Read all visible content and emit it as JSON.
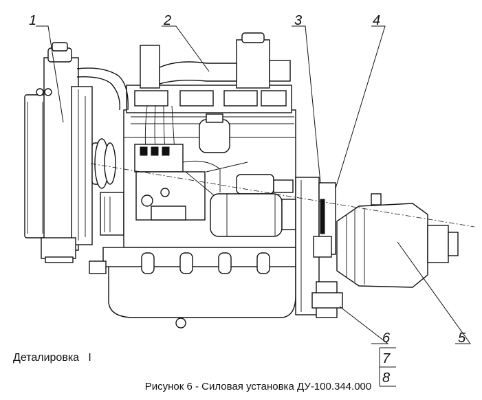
{
  "callouts": [
    "1",
    "2",
    "3",
    "4",
    "5",
    "6",
    "7",
    "8"
  ],
  "detail_label": "Деталировка   I",
  "caption": "Рисунок 6 - Силовая установка ДУ-100.344.000"
}
